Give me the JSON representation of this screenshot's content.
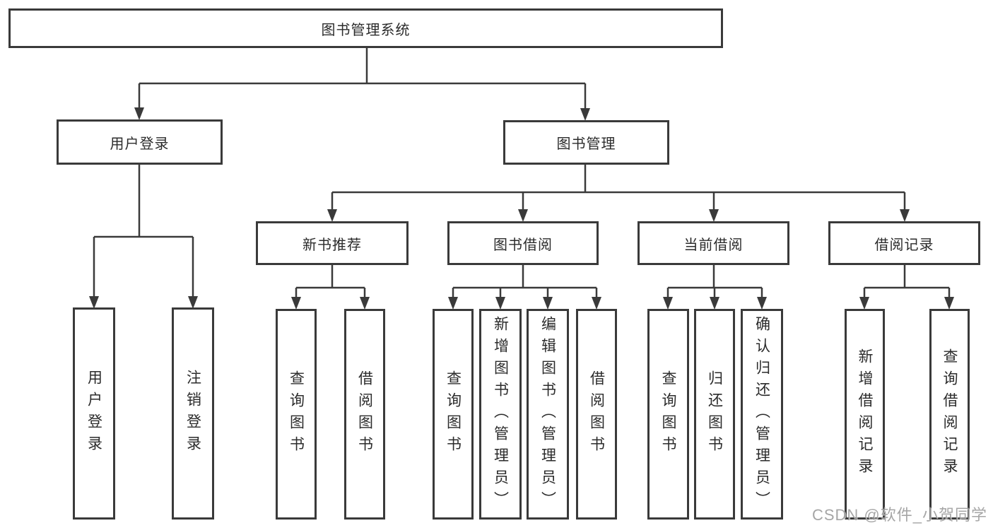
{
  "tree": {
    "root": {
      "label": "图书管理系统"
    },
    "branches": [
      {
        "label": "用户登录",
        "children": [
          {
            "label": "用户登录"
          },
          {
            "label": "注销登录"
          }
        ]
      },
      {
        "label": "图书管理",
        "children": [
          {
            "label": "新书推荐",
            "children": [
              {
                "label": "查询图书"
              },
              {
                "label": "借阅图书"
              }
            ]
          },
          {
            "label": "图书借阅",
            "children": [
              {
                "label": "查询图书"
              },
              {
                "label": "新增图书（管理员）"
              },
              {
                "label": "编辑图书（管理员）"
              },
              {
                "label": "借阅图书"
              }
            ]
          },
          {
            "label": "当前借阅",
            "children": [
              {
                "label": "查询图书"
              },
              {
                "label": "归还图书"
              },
              {
                "label": "确认归还（管理员）"
              }
            ]
          },
          {
            "label": "借阅记录",
            "children": [
              {
                "label": "新增借阅记录"
              },
              {
                "label": "查询借阅记录"
              }
            ]
          }
        ]
      }
    ]
  },
  "watermark": "CSDN @软件_小贺同学",
  "colors": {
    "line": "#3a3a3a",
    "box_border": "#3a3a3a",
    "box_fill": "#ffffff",
    "text": "#2b2b2b",
    "watermark": "#969696",
    "background": "#ffffff"
  }
}
